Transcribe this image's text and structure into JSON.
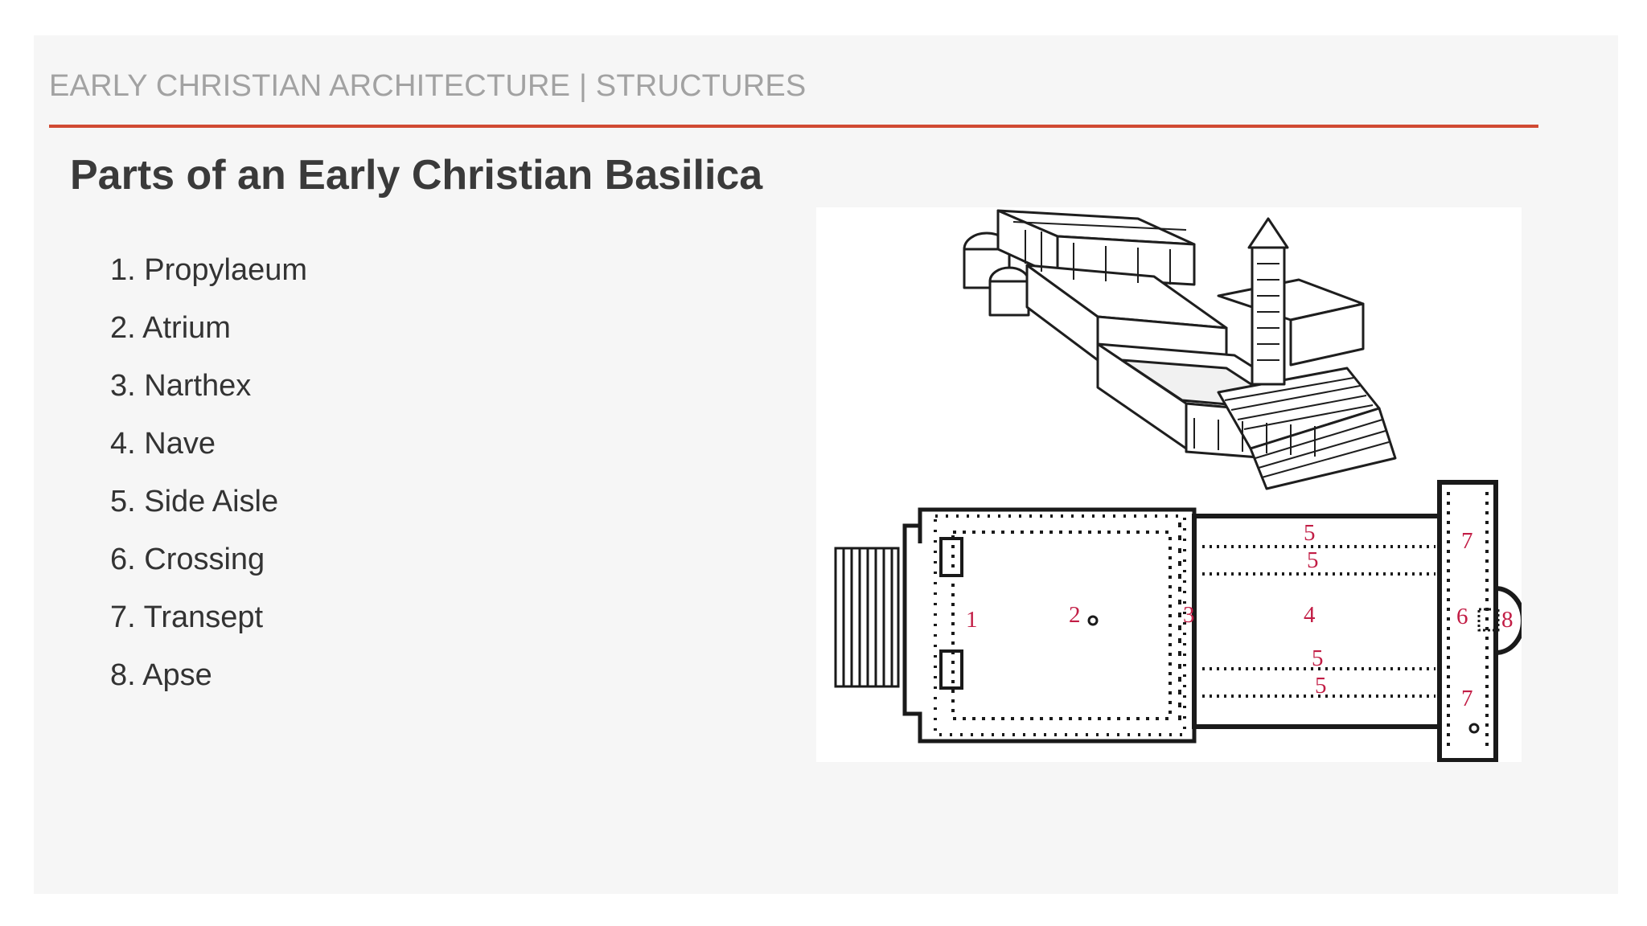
{
  "slide": {
    "kicker": "EARLY CHRISTIAN ARCHITECTURE | STRUCTURES",
    "title": "Parts of an Early Christian Basilica",
    "parts": [
      "1. Propylaeum",
      "2. Atrium",
      "3. Narthex",
      "4. Nave",
      "5. Side Aisle",
      "6. Crossing",
      "7. Transept",
      "8. Apse"
    ]
  },
  "plan_labels": {
    "propylaeum": "1",
    "atrium": "2",
    "narthex": "3",
    "nave": "4",
    "aisle_top_outer": "5",
    "aisle_top_inner": "5",
    "aisle_bottom_inner": "5",
    "aisle_bottom_outer": "5",
    "crossing": "6",
    "transept_top": "7",
    "transept_bottom": "7",
    "apse": "8"
  },
  "colors": {
    "accent_rule": "#d14a33",
    "plan_numbers": "#c21d45",
    "title": "#3a3a3a",
    "kicker": "#a2a2a2"
  }
}
